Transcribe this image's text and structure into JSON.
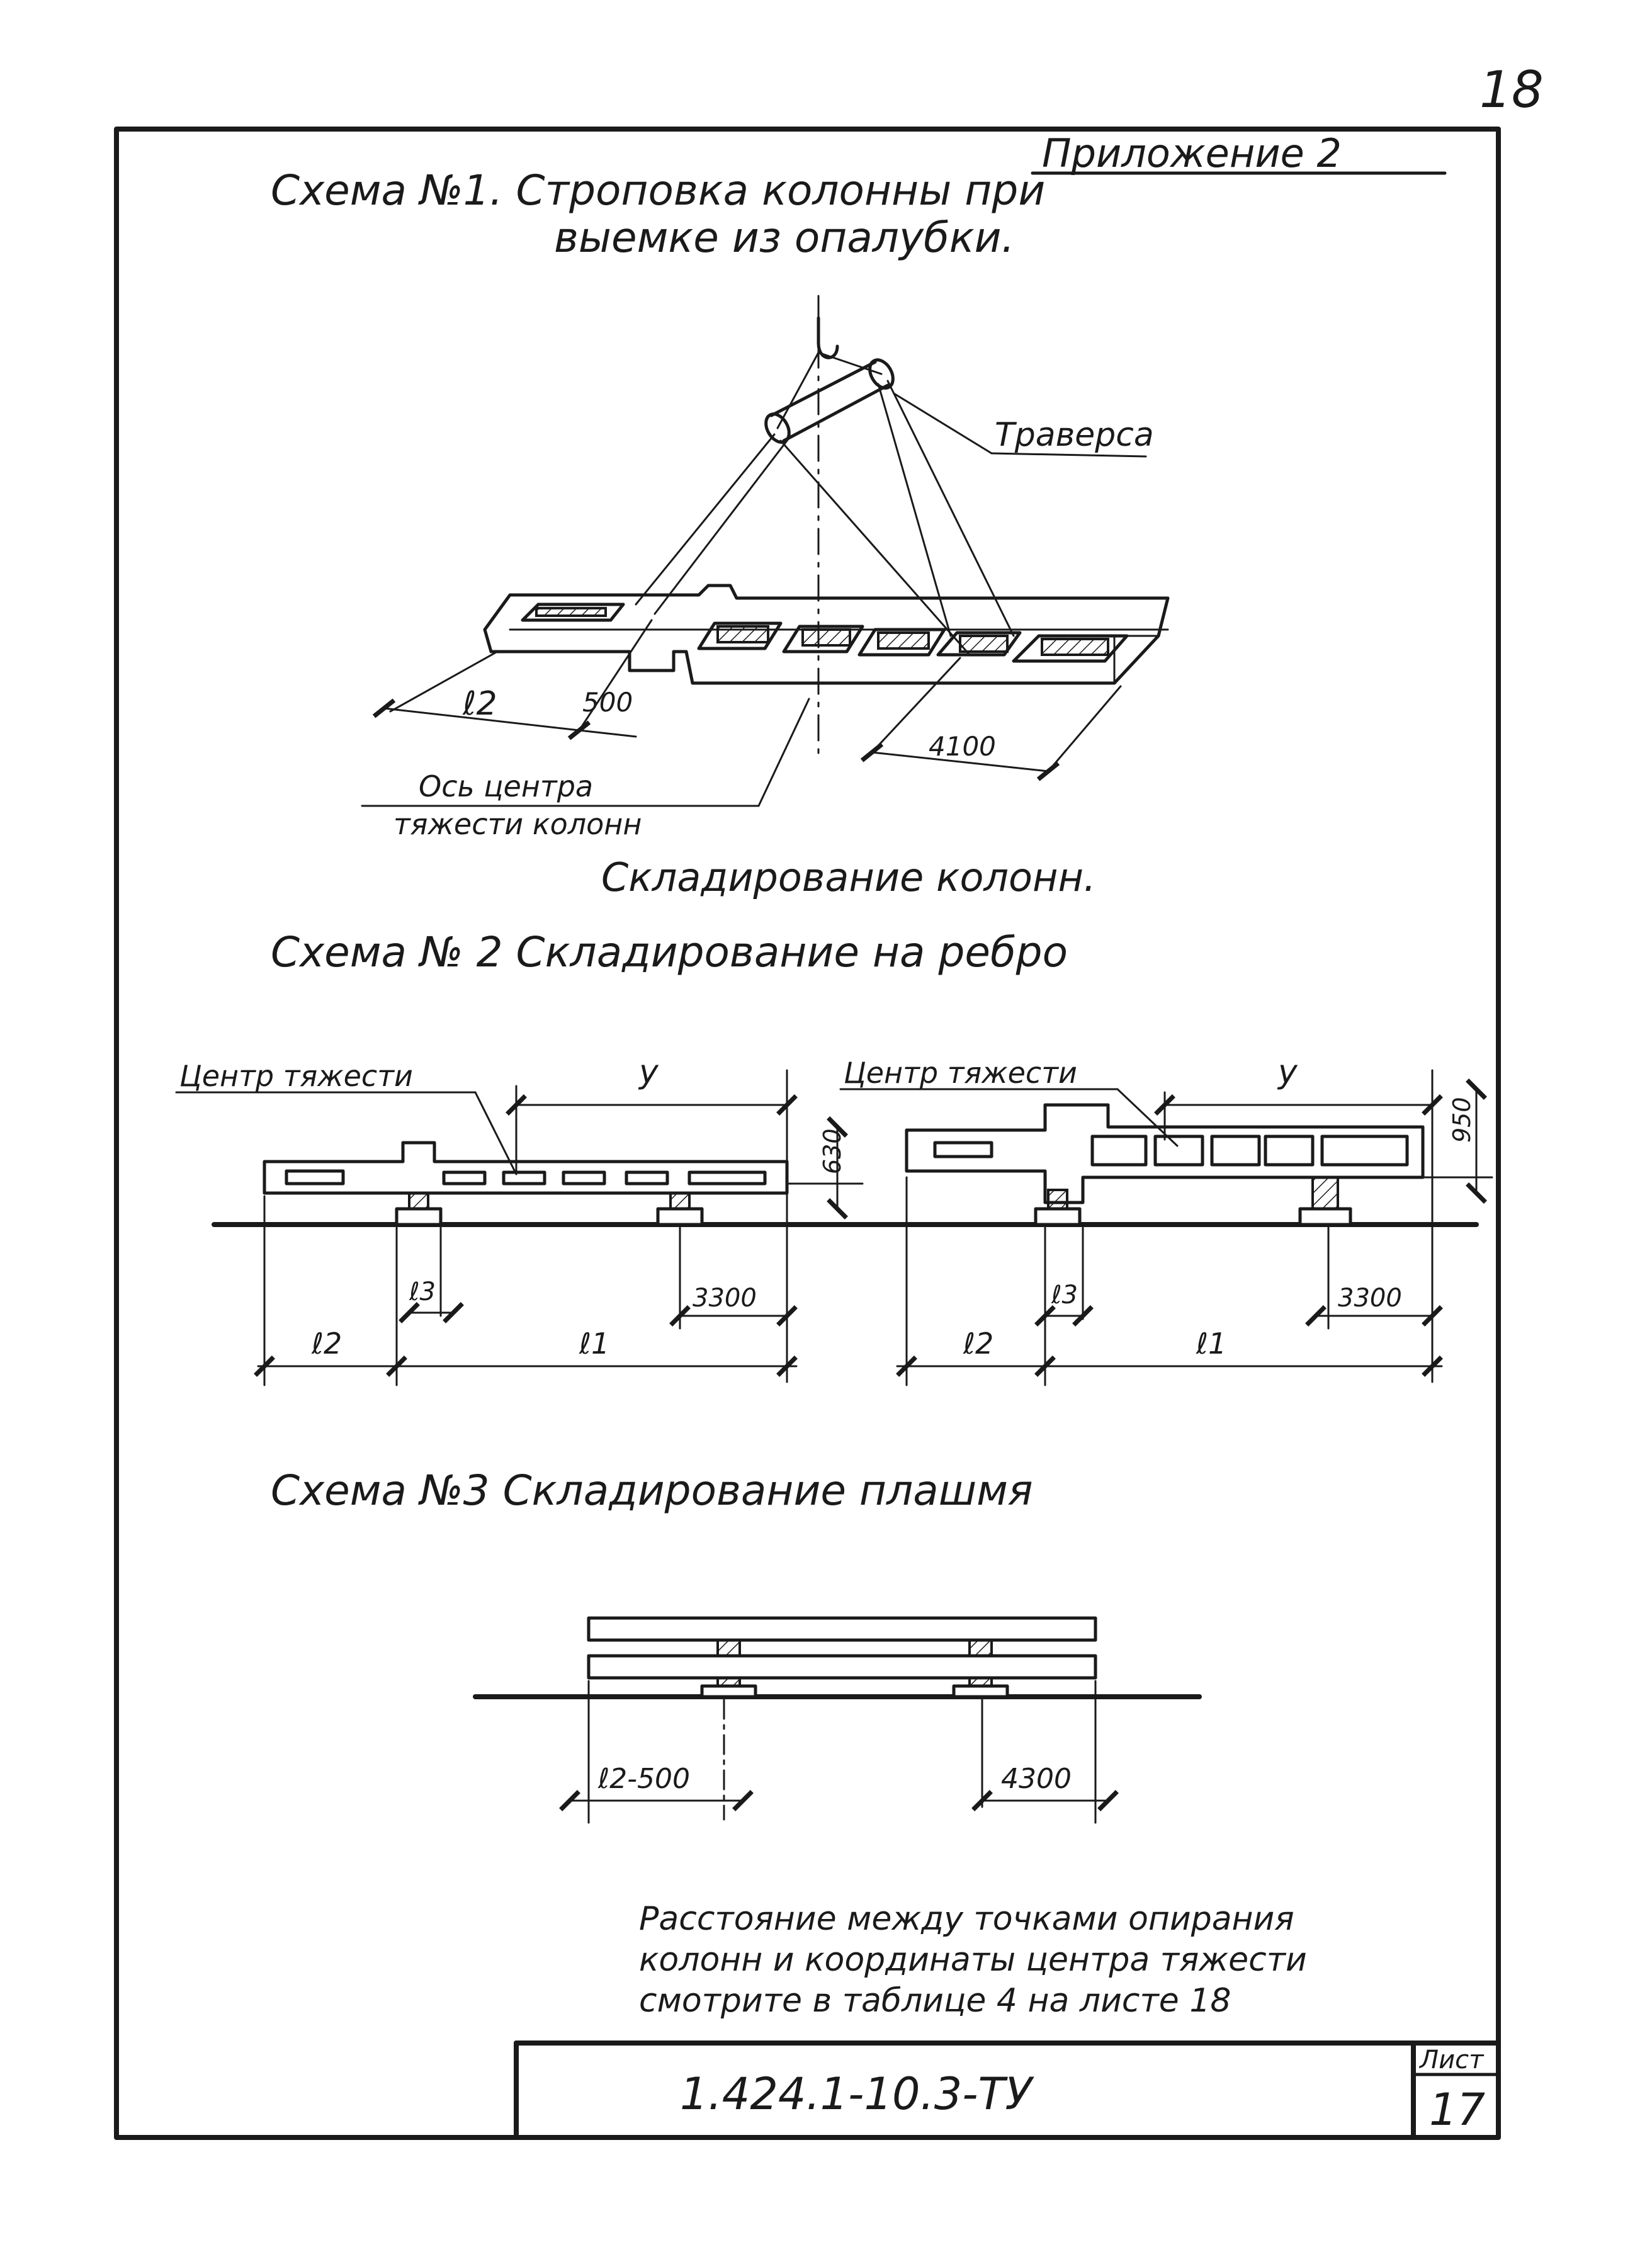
{
  "page_number": "18",
  "appendix": "Приложение 2",
  "scheme1": {
    "title_line1": "Схема №1.  Строповка колонны при",
    "title_line2": "выемке из опалубки.",
    "traverse_label": "Траверса",
    "dim_l2": "ℓ2",
    "dim_500": "500",
    "dim_4100": "4100",
    "axis_label_line1": "Ось центра",
    "axis_label_line2": "тяжести колонн"
  },
  "storage_heading": "Складирование колонн.",
  "scheme2": {
    "title": "Схема № 2   Складирование   на ребро",
    "left": {
      "cg_label": "Центр тяжести",
      "dim_y": "y",
      "dim_height": "630",
      "dim_l3": "ℓ3",
      "dim_3300": "3300",
      "dim_l2": "ℓ2",
      "dim_l1": "ℓ1"
    },
    "right": {
      "cg_label": "Центр тяжести",
      "dim_y": "y",
      "dim_height": "950",
      "dim_l3": "ℓ3",
      "dim_3300": "3300",
      "dim_l2": "ℓ2",
      "dim_l1": "ℓ1"
    }
  },
  "scheme3": {
    "title": "Схема №3     Складирование   плашмя",
    "dim_left": "ℓ2-500",
    "dim_right": "4300"
  },
  "note": {
    "line1": "Расстояние между точками опирания",
    "line2": "колонн и координаты  центра тяжести",
    "line3": "смотрите в таблице  4  на листе  18"
  },
  "title_block": {
    "doc_code": "1.424.1-10.3-ТУ",
    "sheet_label": "Лист",
    "sheet_number": "17"
  }
}
